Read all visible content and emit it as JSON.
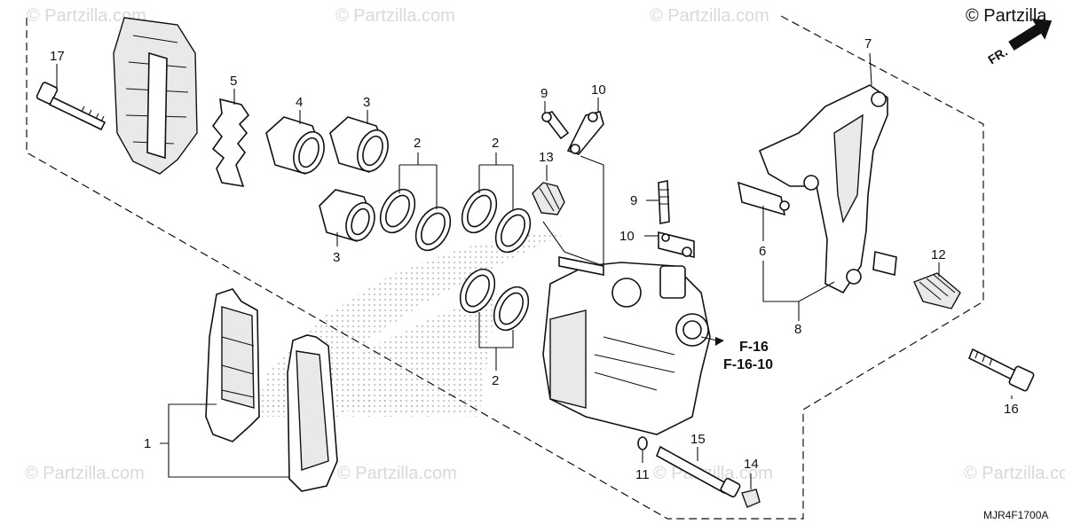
{
  "watermark": "© Partzilla.com",
  "copyright": "© Partzilla",
  "direction_label": "FR.",
  "diagram_code": "MJR4F1700A",
  "references": [
    "F-16",
    "F-16-10"
  ],
  "callouts": {
    "c17": "17",
    "c5": "5",
    "c4": "4",
    "c3a": "3",
    "c3b": "3",
    "c2a": "2",
    "c2b": "2",
    "c2c": "2",
    "c9a": "9",
    "c10a": "10",
    "c13": "13",
    "c9b": "9",
    "c10b": "10",
    "c7": "7",
    "c6": "6",
    "c8": "8",
    "c12": "12",
    "c16": "16",
    "c1": "1",
    "c15": "15",
    "c14": "14",
    "c11": "11"
  }
}
